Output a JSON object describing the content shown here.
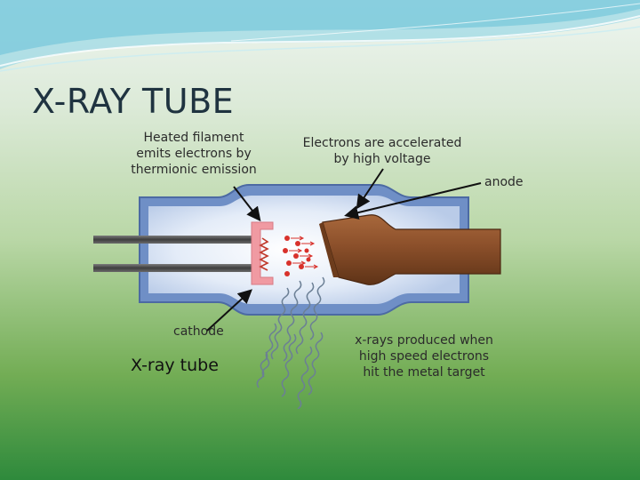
{
  "slide": {
    "title": "X-RAY TUBE"
  },
  "diagram": {
    "labels": {
      "filament": "Heated filament\nemits electrons by\nthermionic emission",
      "accelerate": "Electrons are accelerated\nby high voltage",
      "anode": "anode",
      "cathode": "cathode",
      "xrays": "x-rays produced when\nhigh speed electrons\nhit the metal target",
      "caption": "X-ray tube"
    }
  },
  "colors": {
    "tube_fill": "#6f8fc6",
    "tube_inner": "#dfe8f6",
    "anode": "#8a4f2a",
    "cathode_cup": "#f09aa2",
    "electron": "#d8312b",
    "wave": "#6b7f95"
  }
}
